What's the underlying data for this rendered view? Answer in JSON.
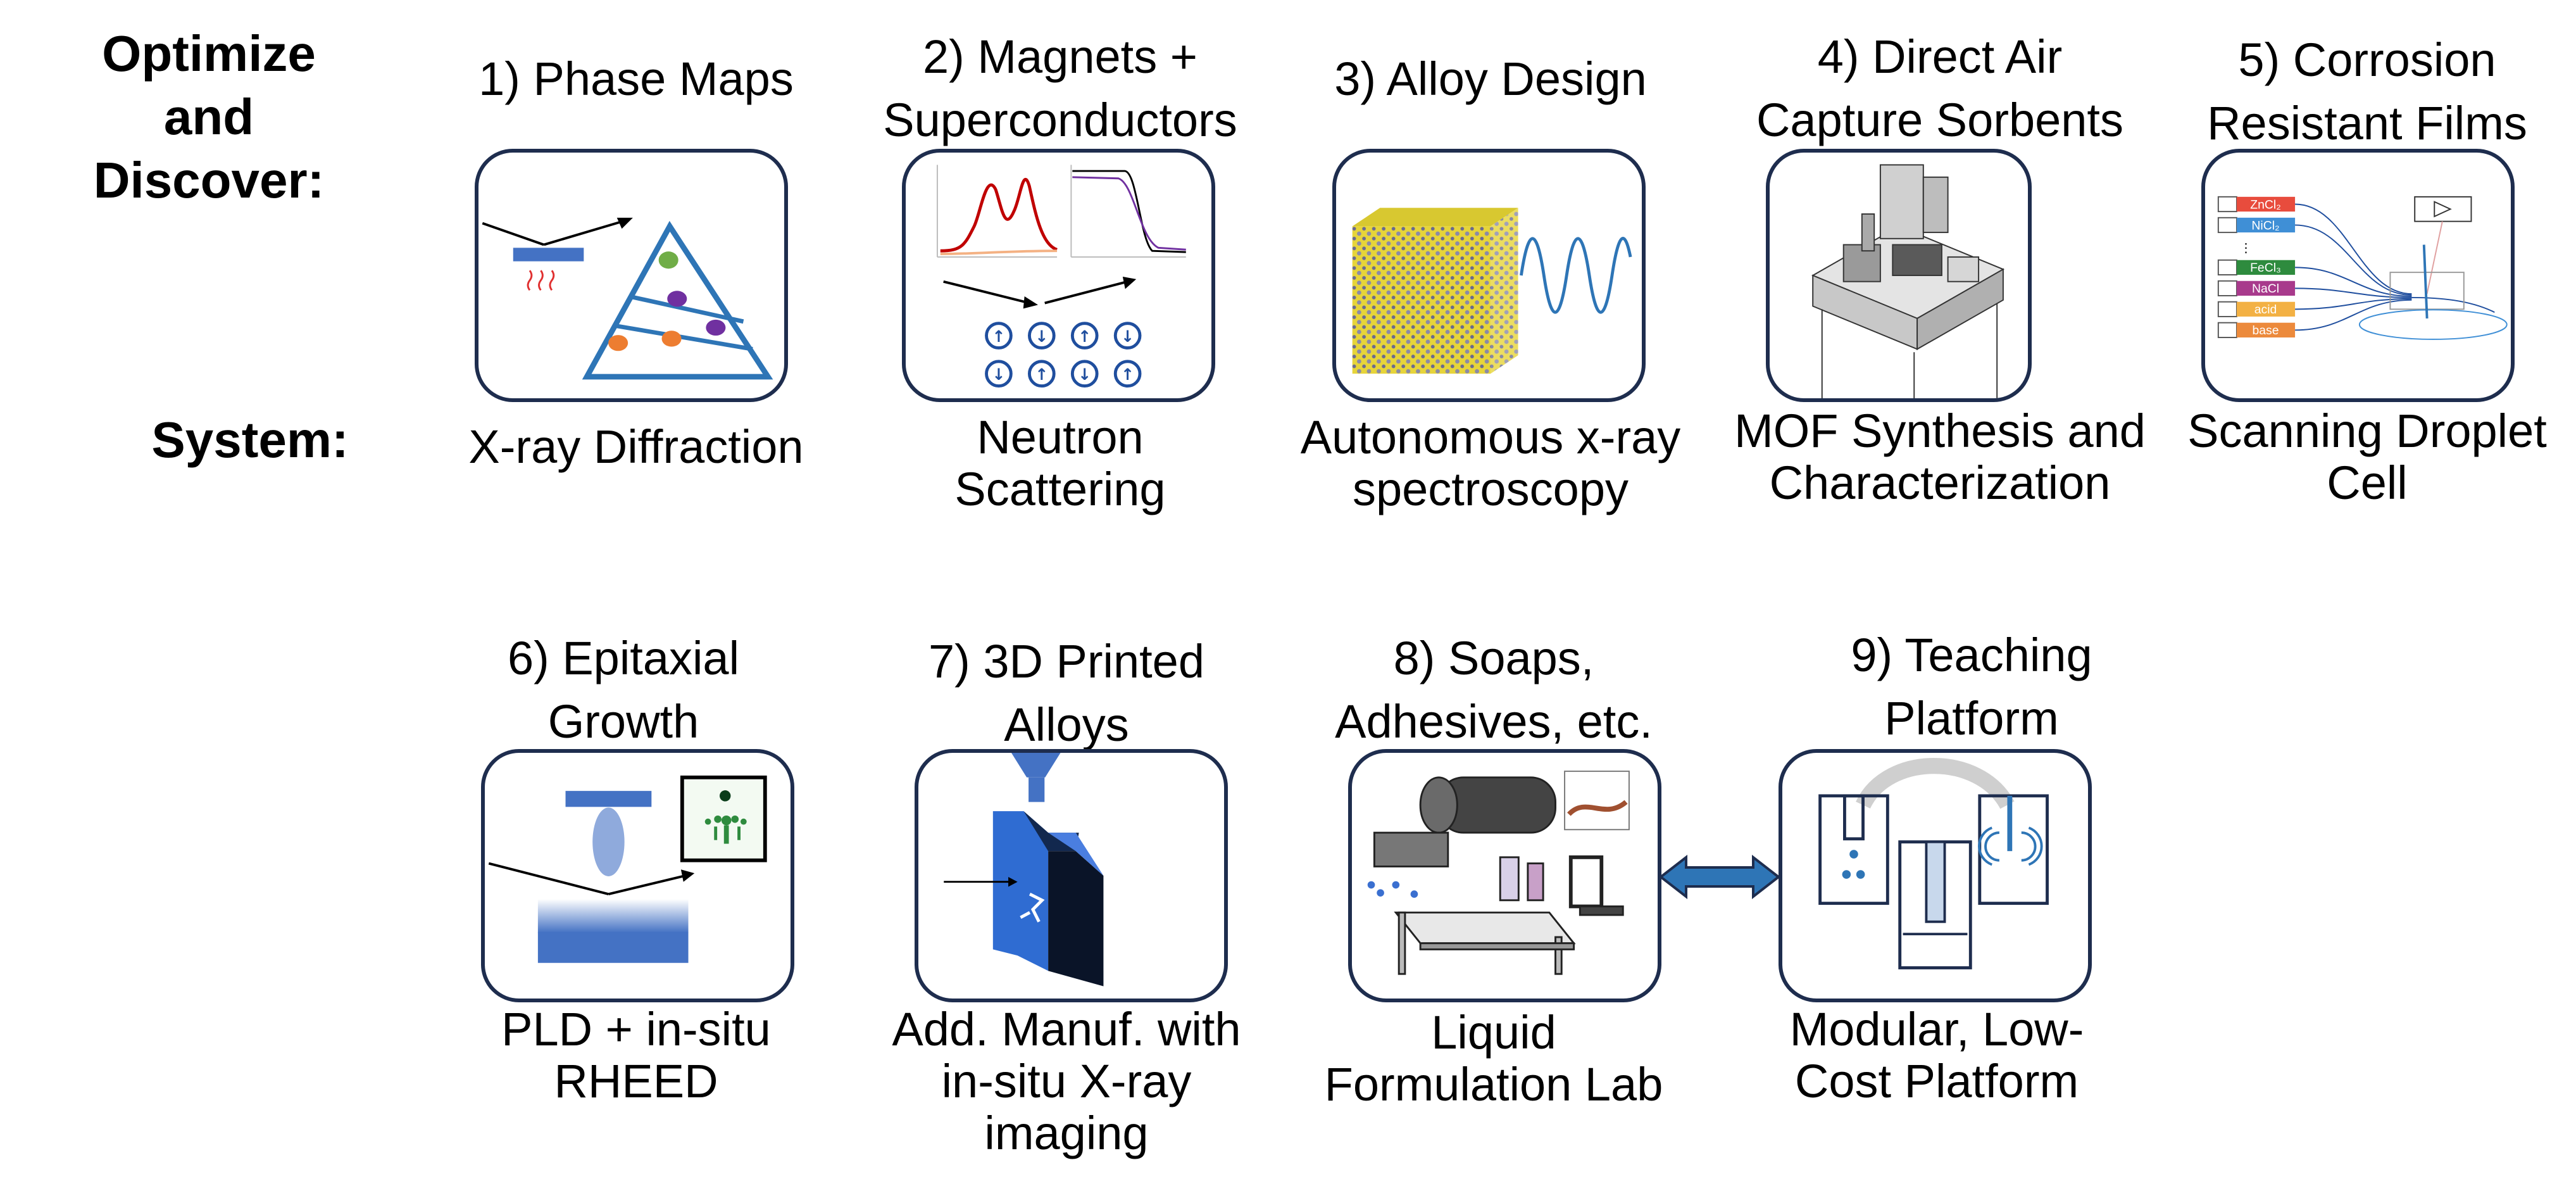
{
  "headers": {
    "optimize": "Optimize and Discover:",
    "system": "System:"
  },
  "items": [
    {
      "title": "1) Phase Maps",
      "system": "X-ray Diffraction",
      "icon": "phase-map-icon"
    },
    {
      "title": "2) Magnets + Superconductors",
      "system": "Neutron Scattering",
      "icon": "magnet-spin-icon"
    },
    {
      "title": "3) Alloy Design",
      "system": "Autonomous x-ray spectroscopy",
      "icon": "alloy-cube-icon"
    },
    {
      "title": "4) Direct Air Capture Sorbents",
      "system": "MOF Synthesis and Characterization",
      "icon": "mof-robot-icon"
    },
    {
      "title": "5) Corrosion Resistant Films",
      "system": "Scanning Droplet Cell",
      "icon": "droplet-cell-icon",
      "reagents": [
        "ZnCl₂",
        "NiCl₂",
        "⋮",
        "FeCl₃",
        "NaCl",
        "acid",
        "base"
      ]
    },
    {
      "title": "6) Epitaxial Growth",
      "system": "PLD + in-situ RHEED",
      "icon": "epitaxial-growth-icon"
    },
    {
      "title": "7) 3D Printed Alloys",
      "system": "Add. Manuf. with in-situ X-ray imaging",
      "icon": "printed-alloy-icon"
    },
    {
      "title": "8) Soaps, Adhesives, etc.",
      "system": "Liquid Formulation Lab",
      "icon": "liquid-lab-icon"
    },
    {
      "title": "9) Teaching Platform",
      "system": "Modular, Low-Cost Platform",
      "icon": "teaching-platform-icon"
    }
  ],
  "colors": {
    "panel_border": "#1e2d4e",
    "accent_blue": "#4472c4",
    "line_blue": "#2e75b6"
  }
}
